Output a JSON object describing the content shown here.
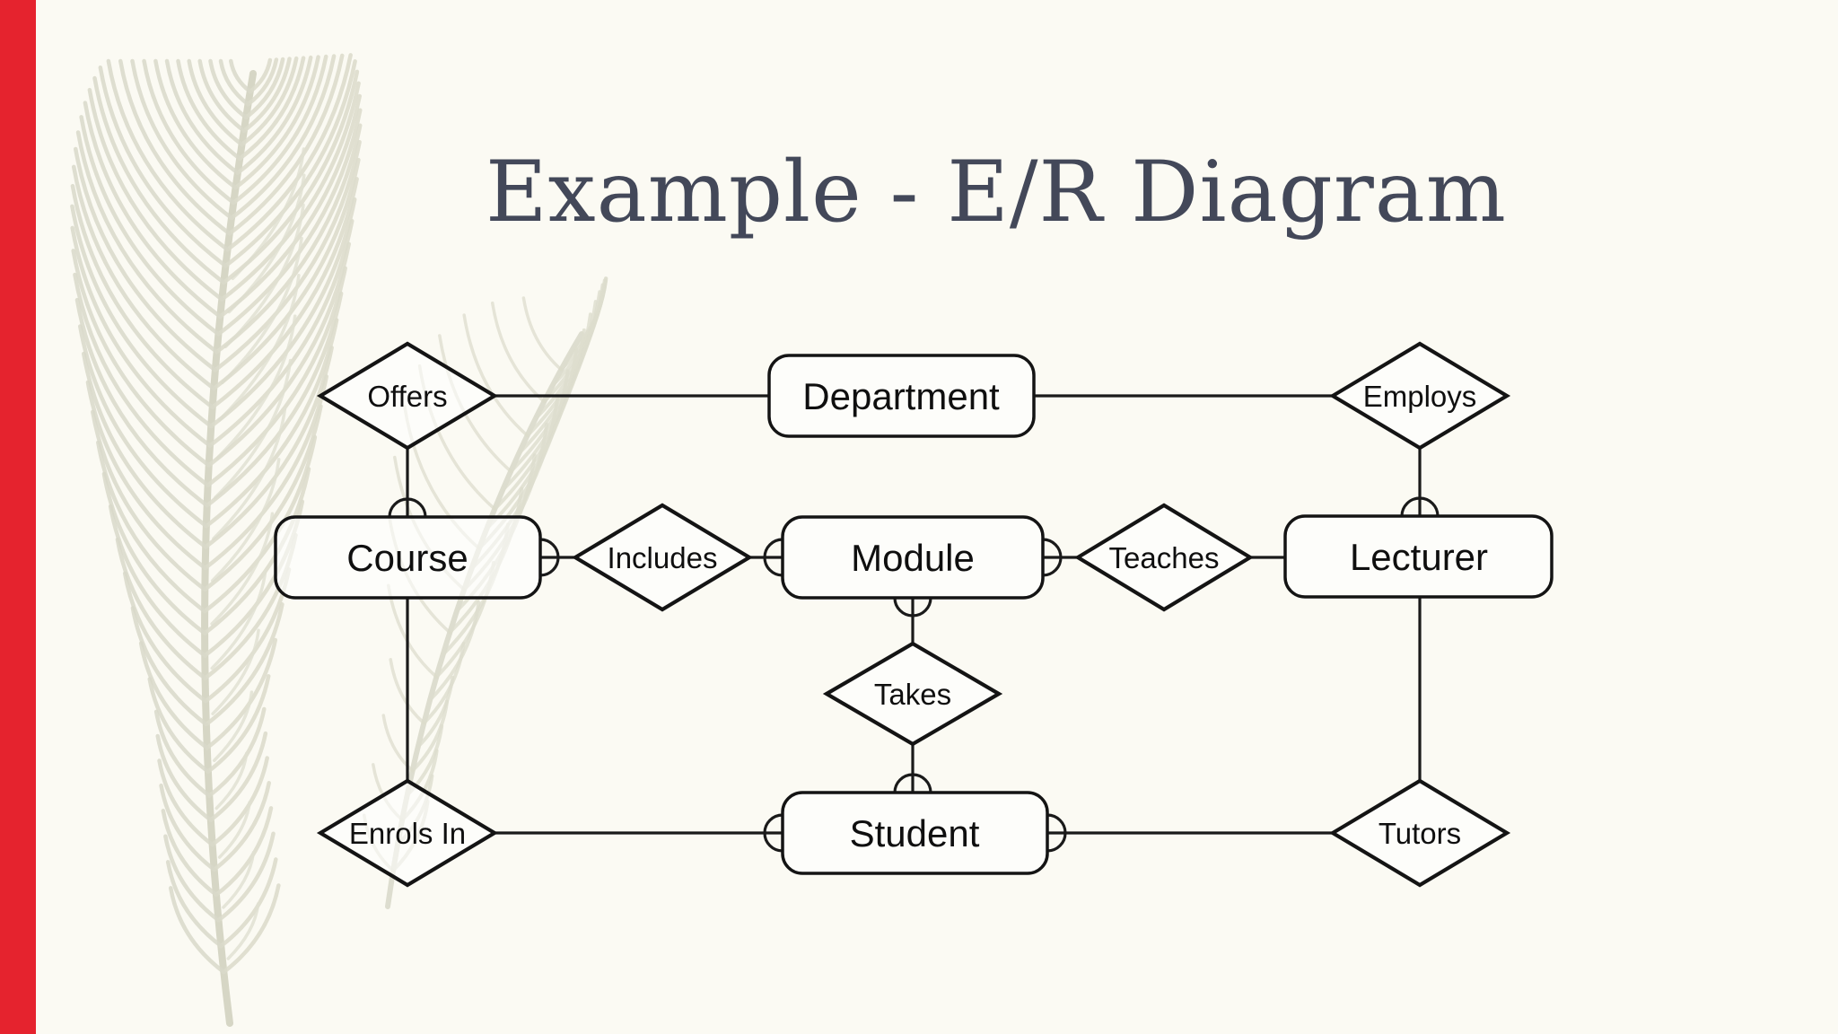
{
  "slide": {
    "title": "Example - E/R Diagram"
  },
  "colors": {
    "background": "#fbfaf3",
    "accent_bar": "#e5232e",
    "title_text": "#434859",
    "diagram_ink": "#141414",
    "entity_fill": "rgba(255,255,255,0.55)",
    "feather_decoration": "#d8d8c8"
  },
  "diagram": {
    "entities": [
      {
        "id": "department",
        "label": "Department"
      },
      {
        "id": "course",
        "label": "Course"
      },
      {
        "id": "module",
        "label": "Module"
      },
      {
        "id": "lecturer",
        "label": "Lecturer"
      },
      {
        "id": "student",
        "label": "Student"
      }
    ],
    "relationships": [
      {
        "id": "offers",
        "label": "Offers"
      },
      {
        "id": "employs",
        "label": "Employs"
      },
      {
        "id": "includes",
        "label": "Includes"
      },
      {
        "id": "teaches",
        "label": "Teaches"
      },
      {
        "id": "takes",
        "label": "Takes"
      },
      {
        "id": "enrols_in",
        "label": "Enrols In"
      },
      {
        "id": "tutors",
        "label": "Tutors"
      }
    ],
    "connections": [
      {
        "from": "offers",
        "to": "department",
        "many_arc_at": null
      },
      {
        "from": "department",
        "to": "employs",
        "many_arc_at": null
      },
      {
        "from": "offers",
        "to": "course",
        "many_arc_at": "course"
      },
      {
        "from": "course",
        "to": "includes",
        "many_arc_at": "course"
      },
      {
        "from": "includes",
        "to": "module",
        "many_arc_at": "module"
      },
      {
        "from": "module",
        "to": "teaches",
        "many_arc_at": "module"
      },
      {
        "from": "teaches",
        "to": "lecturer",
        "many_arc_at": null
      },
      {
        "from": "employs",
        "to": "lecturer",
        "many_arc_at": "lecturer"
      },
      {
        "from": "module",
        "to": "takes",
        "many_arc_at": "module"
      },
      {
        "from": "takes",
        "to": "student",
        "many_arc_at": "student"
      },
      {
        "from": "course",
        "to": "enrols_in",
        "many_arc_at": null
      },
      {
        "from": "enrols_in",
        "to": "student",
        "many_arc_at": "student"
      },
      {
        "from": "student",
        "to": "tutors",
        "many_arc_at": "student"
      },
      {
        "from": "lecturer",
        "to": "tutors",
        "many_arc_at": null
      }
    ]
  }
}
